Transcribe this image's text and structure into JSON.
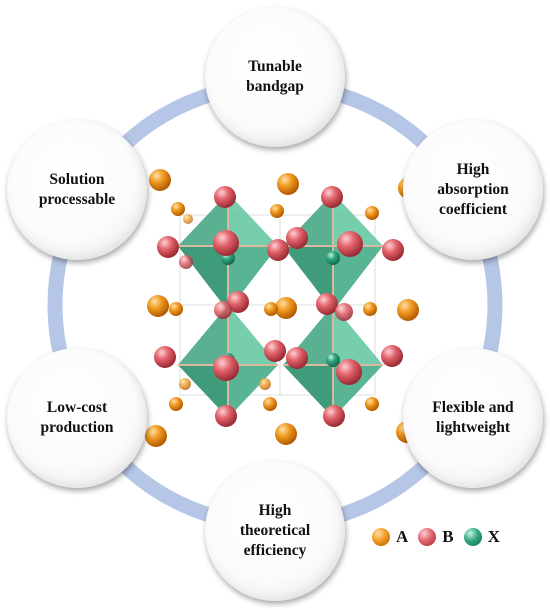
{
  "colors": {
    "ring": "#b6c6e6",
    "atom_A": "#ee8a10",
    "atom_B": "#de5b63",
    "atom_X": "#2fa57e",
    "octahedron": "#3aa680"
  },
  "features": [
    {
      "id": "tunable",
      "label": "Tunable\nbandgap"
    },
    {
      "id": "absorption",
      "label": "High\nabsorption\ncoefficient"
    },
    {
      "id": "flexible",
      "label": "Flexible and\nlightweight"
    },
    {
      "id": "efficiency",
      "label": "High\ntheoretical\nefficiency"
    },
    {
      "id": "lowcost",
      "label": "Low-cost\nproduction"
    },
    {
      "id": "solution",
      "label": "Solution\nprocessable"
    }
  ],
  "legend": [
    {
      "label": "A",
      "color_key": "atom_A"
    },
    {
      "label": "B",
      "color_key": "atom_B"
    },
    {
      "label": "X",
      "color_key": "atom_X"
    }
  ]
}
